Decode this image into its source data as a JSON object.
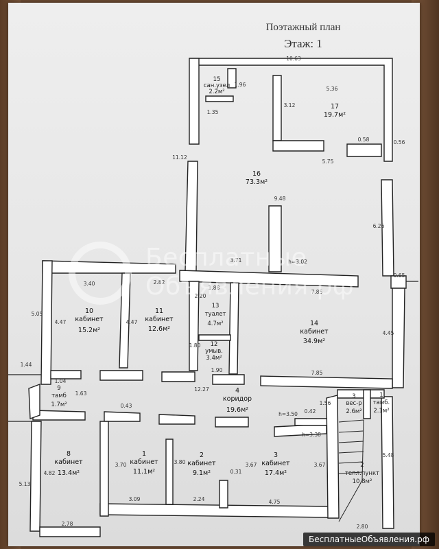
{
  "title": "Поэтажный план",
  "floor": "Этаж: 1",
  "rooms": [
    {
      "id": "r15",
      "num": "15",
      "name": "сан.узел",
      "area": "2.2м²"
    },
    {
      "id": "r17",
      "num": "17",
      "name": "",
      "area": "19.7м²"
    },
    {
      "id": "r16",
      "num": "16",
      "name": "",
      "area": "73.3м²"
    },
    {
      "id": "r10",
      "num": "10",
      "name": "кабинет",
      "area": "15.2м²"
    },
    {
      "id": "r11",
      "num": "11",
      "name": "кабинет",
      "area": "12.6м²"
    },
    {
      "id": "r13",
      "num": "13",
      "name": "туалет",
      "area": "4.7м²"
    },
    {
      "id": "r12",
      "num": "12",
      "name": "умыв.",
      "area": "3.4м²"
    },
    {
      "id": "r14",
      "num": "14",
      "name": "кабинет",
      "area": "34.9м²"
    },
    {
      "id": "r9",
      "num": "9",
      "name": "тамб",
      "area": "1.7м²"
    },
    {
      "id": "r4",
      "num": "4",
      "name": "коридор",
      "area": "19.6м²"
    },
    {
      "id": "r3v",
      "num": "3",
      "name": "вес-р",
      "area": "2.6м²"
    },
    {
      "id": "r1t",
      "num": "1",
      "name": "тамб.",
      "area": "2.1м²"
    },
    {
      "id": "r8",
      "num": "8",
      "name": "кабинет",
      "area": "13.4м²"
    },
    {
      "id": "r1",
      "num": "1",
      "name": "кабинет",
      "area": "11.1м²"
    },
    {
      "id": "r2",
      "num": "2",
      "name": "кабинет",
      "area": "9.1м²"
    },
    {
      "id": "r3",
      "num": "3",
      "name": "кабинет",
      "area": "17.4м²"
    },
    {
      "id": "r2t",
      "num": "2",
      "name": "тепл.пункт",
      "area": "10.8м²"
    }
  ],
  "dimensions": [
    "10.63",
    "5.36",
    "1.96",
    "1.35",
    "3.12",
    "0.58",
    "0.56",
    "5.75",
    "11.12",
    "9.48",
    "6.26",
    "3.71",
    "h=3.02",
    "0.65",
    "3.40",
    "2.82",
    "1.88",
    "2.20",
    "7.85",
    "5.05",
    "4.47",
    "4.47",
    "4.45",
    "1.80",
    "1.90",
    "1.44",
    "1.04",
    "1.63",
    "12.27",
    "7.85",
    "0.43",
    "0.42",
    "h=3.50",
    "1.56",
    "h=3.38",
    "3.70",
    "3.80",
    "3.67",
    "3.67",
    "5.48",
    "4.82",
    "5.13",
    "0.31",
    "3.09",
    "2.24",
    "4.75",
    "2.78",
    "2.80"
  ],
  "watermark": {
    "line1": "Бесплатные",
    "line2": "Объявления.рф"
  },
  "footer": "БесплатныеОбъявления.рф"
}
